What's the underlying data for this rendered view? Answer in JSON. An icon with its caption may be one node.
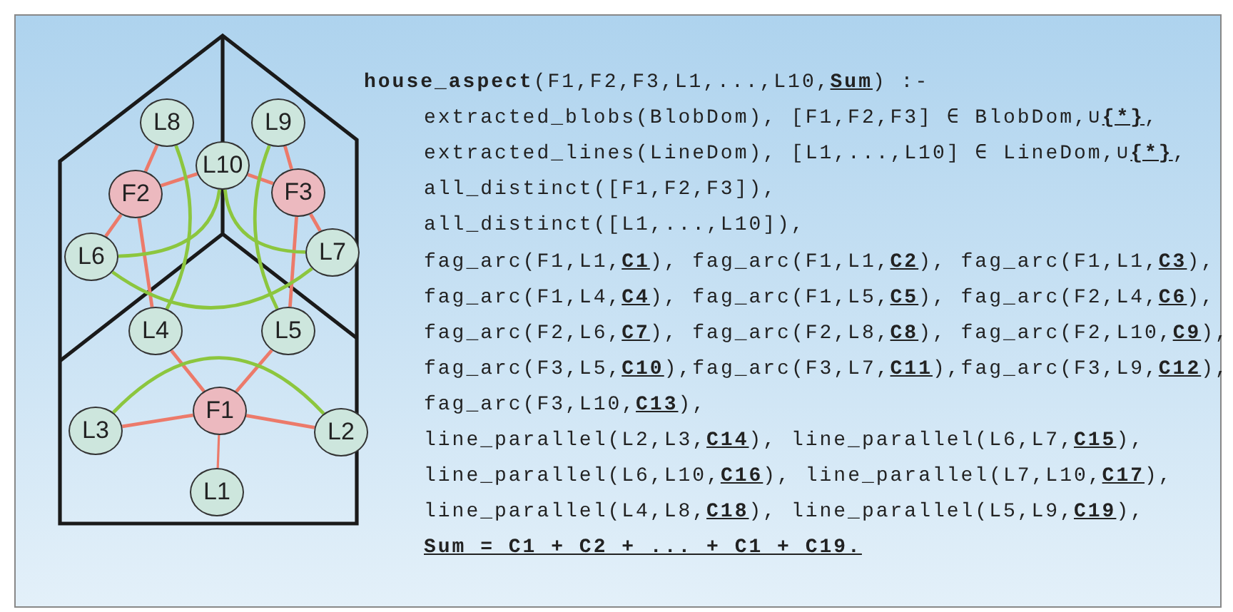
{
  "diagram": {
    "nodes": [
      {
        "text": [
          "L8"
        ]
      },
      {
        "text": [
          "L9"
        ]
      },
      {
        "text": [
          "L10"
        ]
      },
      {
        "text": [
          "F2"
        ]
      },
      {
        "text": [
          "F3"
        ]
      },
      {
        "text": [
          "L6"
        ]
      },
      {
        "text": [
          "L7"
        ]
      },
      {
        "text": [
          "L4"
        ]
      },
      {
        "text": [
          "L5"
        ]
      },
      {
        "text": [
          "F1"
        ]
      },
      {
        "text": [
          "L3"
        ]
      },
      {
        "text": [
          "L2"
        ]
      },
      {
        "text": [
          "L1"
        ]
      }
    ],
    "edges": [
      {
        "from": 9,
        "to": 12,
        "arrow": "none"
      },
      {
        "from": 9,
        "to": 11,
        "arrow": "none"
      },
      {
        "from": 9,
        "to": 10,
        "arrow": "none"
      },
      {
        "from": 9,
        "to": 7,
        "arrow": "none"
      },
      {
        "from": 9,
        "to": 8,
        "arrow": "none"
      },
      {
        "from": 3,
        "to": 7,
        "arrow": "none"
      },
      {
        "from": 3,
        "to": 5,
        "arrow": "none"
      },
      {
        "from": 3,
        "to": 0,
        "arrow": "none"
      },
      {
        "from": 3,
        "to": 2,
        "arrow": "none"
      },
      {
        "from": 4,
        "to": 8,
        "arrow": "none"
      },
      {
        "from": 4,
        "to": 6,
        "arrow": "none"
      },
      {
        "from": 4,
        "to": 1,
        "arrow": "none"
      },
      {
        "from": 4,
        "to": 2,
        "arrow": "none"
      },
      {
        "from": 11,
        "to": 10,
        "arrow": "none",
        "color": "#8cc63e"
      },
      {
        "from": 5,
        "to": 6,
        "arrow": "none",
        "color": "#8cc63e"
      },
      {
        "from": 5,
        "to": 2,
        "arrow": "none",
        "color": "#8cc63e"
      },
      {
        "from": 6,
        "to": 2,
        "arrow": "none",
        "color": "#8cc63e"
      },
      {
        "from": 7,
        "to": 0,
        "arrow": "none",
        "color": "#8cc63e"
      },
      {
        "from": 8,
        "to": 1,
        "arrow": "none",
        "color": "#8cc63e"
      }
    ],
    "labels": [
      "**house_aspect**(F1,F2,F3,L1,...,L10,**Sum**) :-",
      "extracted_blobs(BlobDom), [F1,F2,F3] ∈ BlobDom,∪**{*}**,",
      "extracted_lines(LineDom), [L1,...,L10] ∈ LineDom,∪**{*}**,",
      "all_distinct([F1,F2,F3]),",
      "all_distinct([L1,...,L10]),",
      "fag_arc(F1,L1,**C1**), fag_arc(F1,L1,**C2**), fag_arc(F1,L1,**C3**),",
      "fag_arc(F1,L4,**C4**), fag_arc(F1,L5,**C5**), fag_arc(F2,L4,**C6**),",
      "fag_arc(F2,L6,**C7**), fag_arc(F2,L8,**C8**), fag_arc(F2,L10,**C9**),",
      "fag_arc(F3,L5,**C10**),fag_arc(F3,L7,**C11**),fag_arc(F3,L9,**C12**),",
      "fag_arc(F3,L10,**C13**),",
      "line_parallel(L2,L3,**C14**), line_parallel(L6,L7,**C15**),",
      "line_parallel(L6,L10,**C16**), line_parallel(L7,L10,**C17**),",
      "line_parallel(L4,L8,**C18**), line_parallel(L5,L9,**C19**),",
      "Sum = C1 + C2 + ... + C1 + C19."
    ]
  }
}
